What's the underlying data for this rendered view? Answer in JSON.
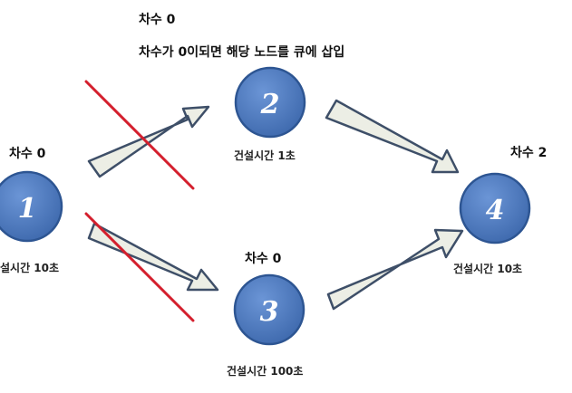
{
  "annotations": {
    "degree_node2": "차수 0",
    "enqueue_note": "차수가 0이되면 해당 노드를 큐에 삽입",
    "degree_node1": "차수 0",
    "degree_node3": "차수 0",
    "degree_node4": "차수 2"
  },
  "nodes": [
    {
      "id": "1",
      "build_time": "설시간 10초"
    },
    {
      "id": "2",
      "build_time": "건설시간 1초"
    },
    {
      "id": "3",
      "build_time": "건설시간 100초"
    },
    {
      "id": "4",
      "build_time": "건설시간 10초"
    }
  ],
  "edges": [
    {
      "from": "1",
      "to": "2",
      "crossed_out": true
    },
    {
      "from": "1",
      "to": "3",
      "crossed_out": true
    },
    {
      "from": "2",
      "to": "4",
      "crossed_out": false
    },
    {
      "from": "3",
      "to": "4",
      "crossed_out": false
    }
  ],
  "colors": {
    "node_fill": "#4a78bf",
    "node_stroke": "#2d5592",
    "arrow_fill": "#eceee5",
    "arrow_stroke": "#3e4f68",
    "strike": "#d41f2d"
  }
}
